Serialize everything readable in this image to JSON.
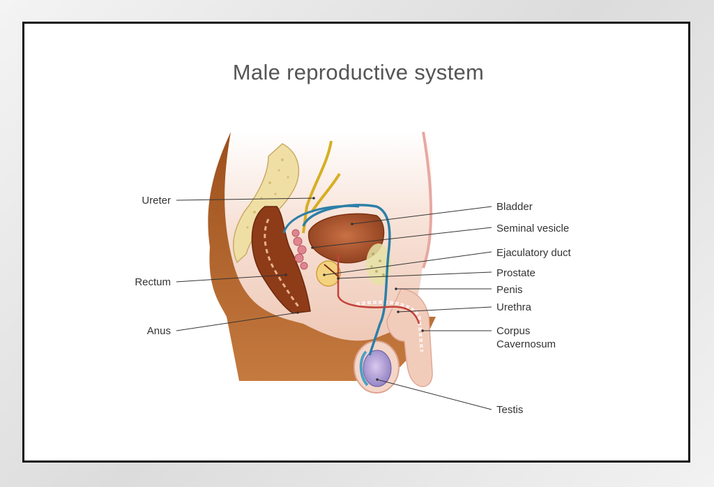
{
  "title": "Male reproductive system",
  "labels": {
    "ureter": "Ureter",
    "rectum": "Rectum",
    "anus": "Anus",
    "bladder": "Bladder",
    "seminal_vesicle": "Seminal vesicle",
    "ejaculatory_duct": "Ejaculatory duct",
    "prostate": "Prostate",
    "penis": "Penis",
    "urethra": "Urethra",
    "corpus_line1": "Corpus",
    "corpus_line2": "Cavernosum",
    "testis": "Testis"
  },
  "colors": {
    "frame": "#111111",
    "skin_dark": "#b5652a",
    "skin_light": "#f3d4c5",
    "bladder": "#b5602f",
    "vas_deferens": "#2c7fa8",
    "ureter": "#d8b024",
    "spine": "#ecd9a0"
  }
}
